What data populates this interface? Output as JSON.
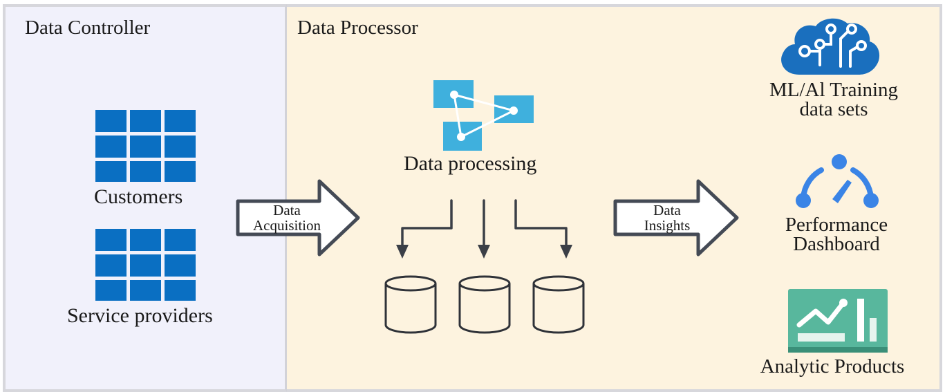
{
  "sections": {
    "controller": "Data Controller",
    "processor": "Data Processor"
  },
  "sources": {
    "customers": "Customers",
    "service_providers": "Service providers"
  },
  "arrows": {
    "acquisition_line1": "Data",
    "acquisition_line2": "Acquisition",
    "insights_line1": "Data",
    "insights_line2": "Insights"
  },
  "processing": {
    "label": "Data processing"
  },
  "outputs": {
    "ml_line1": "ML/Al Training",
    "ml_line2": "data sets",
    "dashboard_line1": "Performance",
    "dashboard_line2": "Dashboard",
    "analytics": "Analytic Products"
  },
  "colors": {
    "grid_blue": "#0a6fc2",
    "cloud_blue": "#1a6fbe",
    "gauge_blue": "#3a84e6",
    "processing_blue": "#3fb0dd",
    "analytics_green": "#58b79d",
    "controller_bg": "#f1f1fb",
    "processor_bg": "#fdf3df"
  },
  "icons": {
    "grid": "table-grid-icon",
    "processing": "data-processing-icon",
    "database": "database-cylinder-icon",
    "ml": "brain-circuit-icon",
    "dashboard": "gauge-icon",
    "analytics": "analytics-chart-icon"
  }
}
